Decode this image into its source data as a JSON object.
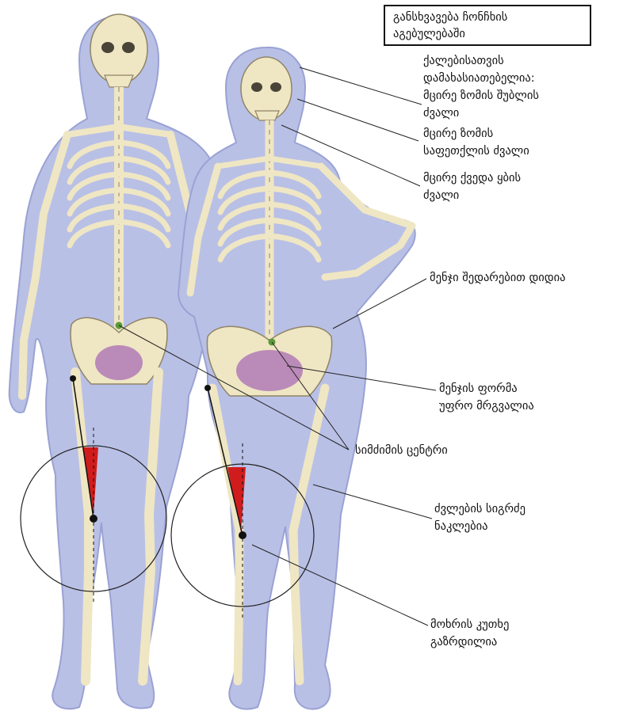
{
  "title": "განსხვავება ჩონჩხის\nაგებულებაში",
  "labels": {
    "female_features_heading": "ქალებისათვის\nდამახასიათებელია:",
    "small_frontal_bone": "მცირე ზომის შუბლის\nძვალი",
    "small_zygomatic_bone": "მცირე ზომის\nსაფეთქლის ძვალი",
    "small_mandible": "მცირე ქვედა ყბის\nძვალი",
    "pelvis_larger": "მენჯი შედარებით დიდია",
    "pelvis_rounder": "მენჯის ფორმა\nუფრო მრგვალია",
    "center_of_gravity": "სიმძიმის ცენტრი",
    "shorter_bones": "ძვლების სიგრძე\nნაკლებია",
    "knee_angle": "მოხრის კუთხე\nგაზრდილია"
  },
  "colors": {
    "body_silhouette": "#b9c0e6",
    "bone": "#efe6c4",
    "bone_outline": "#8f8466",
    "pelvis_highlight": "#b07ab6",
    "angle_wedge": "#d01c1c",
    "gravity_dot": "#5a9a3a"
  },
  "figures": [
    "male-skeleton",
    "female-skeleton"
  ]
}
